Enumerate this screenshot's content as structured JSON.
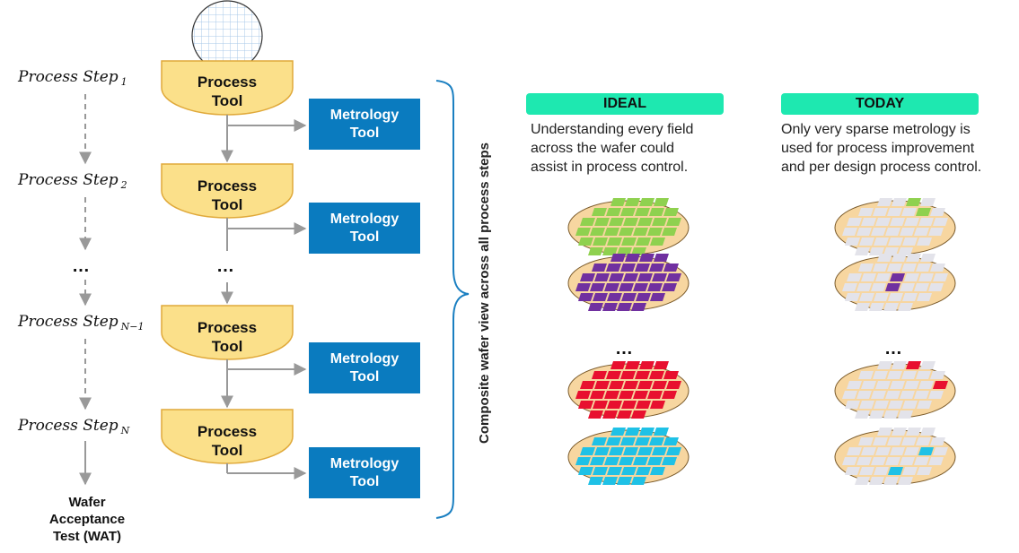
{
  "process_steps": [
    {
      "label": "Process Step",
      "subscript": "1"
    },
    {
      "label": "Process Step",
      "subscript": "2"
    },
    {
      "label": "Process Step",
      "subscript": "N−1"
    },
    {
      "label": "Process Step",
      "subscript": "N"
    }
  ],
  "left_ellipsis": "…",
  "middle_ellipsis": "…",
  "process_tool_label": "Process\nTool",
  "metrology_tool_label": "Metrology\nTool",
  "wat_label": "Wafer Acceptance Test (WAT)",
  "brace_label": "Composite wafer view across all process steps",
  "ideal": {
    "header": "IDEAL",
    "description": "Understanding every field\nacross the wafer could\nassist in process control.",
    "ellipsis": "…"
  },
  "today": {
    "header": "TODAY",
    "description": "Only very sparse metrology is\nused for process improvement\nand per design process control.",
    "ellipsis": "…"
  },
  "colors": {
    "process_tool_fill": "#fbe08a",
    "process_tool_stroke": "#e0a93a",
    "metrology_fill": "#0a7bbf",
    "header_fill": "#1ee8b0",
    "wafer_fill": "#f7d6a0",
    "wafer_stroke": "#7a5a2a",
    "arrow": "#999999",
    "brace": "#1a7fc1",
    "empty_field": "#e3e3ea",
    "green": "#8fd14f",
    "purple": "#7030a0",
    "red": "#e8102f",
    "cyan": "#1fc1e6"
  },
  "wafers": {
    "ideal": [
      "green",
      "purple",
      "red",
      "cyan"
    ],
    "today": [
      {
        "highlight": "green",
        "cells": [
          2,
          8
        ]
      },
      {
        "highlight": "purple",
        "cells": [
          13,
          20
        ]
      },
      {
        "highlight": "red",
        "cells": [
          2,
          16
        ]
      },
      {
        "highlight": "cyan",
        "cells": [
          15,
          27
        ]
      }
    ]
  }
}
